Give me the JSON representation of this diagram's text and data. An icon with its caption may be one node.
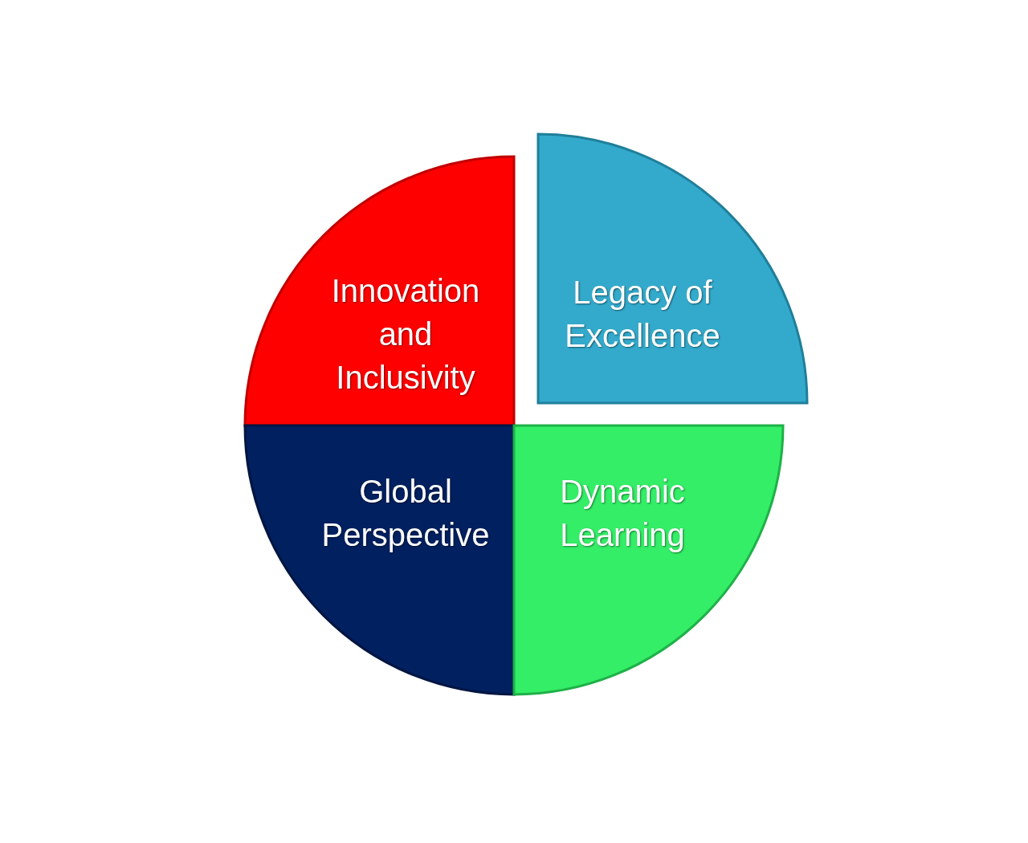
{
  "diagram": {
    "nodes": [
      {
        "text": [
          "Innovation and Inclusivity"
        ]
      },
      {
        "text": [
          "Legacy of Excellence"
        ]
      },
      {
        "text": [
          "Global Perspective"
        ]
      },
      {
        "text": [
          "Dynamic Learning"
        ]
      }
    ]
  }
}
